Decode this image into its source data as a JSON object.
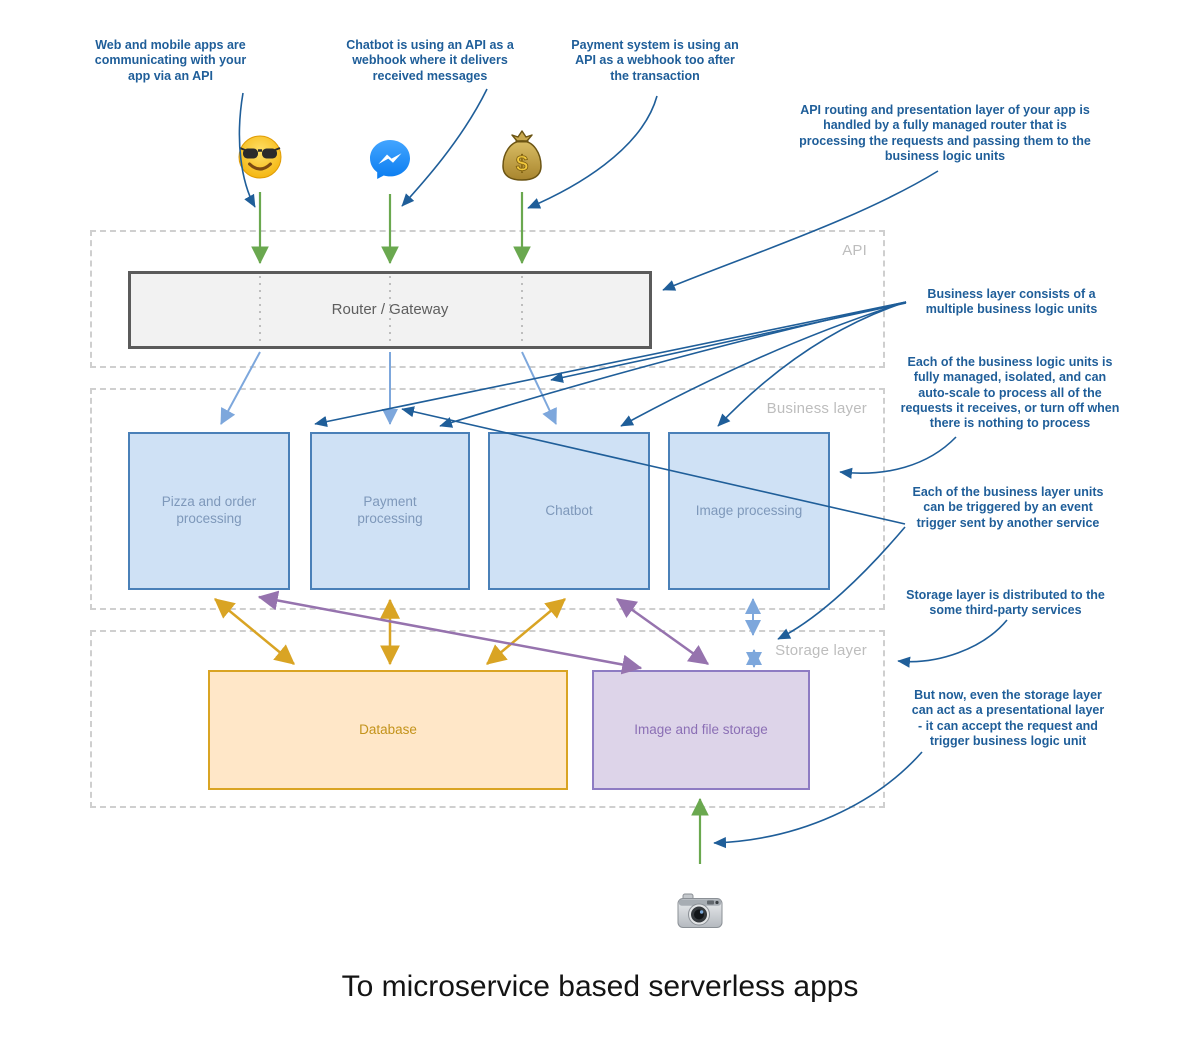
{
  "title": "To microservice based serverless apps",
  "layers": {
    "api": {
      "label": "API"
    },
    "business": {
      "label": "Business layer"
    },
    "storage": {
      "label": "Storage layer"
    }
  },
  "nodes": {
    "router": {
      "label": "Router / Gateway"
    },
    "pizza": {
      "label": "Pizza and order processing"
    },
    "payment": {
      "label": "Payment processing"
    },
    "chatbot": {
      "label": "Chatbot"
    },
    "image_processing": {
      "label": "Image processing"
    },
    "database": {
      "label": "Database"
    },
    "image_storage": {
      "label": "Image and file storage"
    }
  },
  "annotations": {
    "web_mobile": "Web and mobile apps are communicating with your app via an API",
    "chatbot_webhook": "Chatbot is using an API as a webhook where it delivers received messages",
    "payment_webhook": "Payment system is using an API as a webhook too after the transaction",
    "api_routing": "API routing and presentation layer of your app is handled by a fully managed router that is processing the requests and passing them to the business logic units",
    "business_consists": "Business layer consists of a multiple business logic units",
    "business_units_managed": "Each of the business logic units is fully managed, isolated, and can auto-scale to process all of the requests it receives, or turn off when there is nothing to process",
    "event_trigger": "Each of the business layer units can be triggered by an event trigger sent by another service",
    "storage_distributed": "Storage layer is distributed to the some third-party services",
    "storage_presentational": "But now, even the storage layer can act as a presentational layer - it can accept the request and trigger business logic unit"
  },
  "icons": {
    "sunglasses": "sunglasses-face-emoji",
    "messenger": "messenger-logo",
    "money_bag": "money-bag-emoji",
    "camera": "camera-emoji"
  },
  "colors": {
    "annotation_blue": "#1f5e99",
    "arrow_green": "#6aa84f",
    "arrow_light_blue": "#7da7dc",
    "arrow_gold": "#d9a424",
    "arrow_purple": "#9673ae",
    "business_box_fill": "#cfe1f5",
    "business_box_border": "#4a80b8",
    "database_fill": "#ffe7c8",
    "database_border": "#d9a424",
    "image_storage_fill": "#ddd4e9",
    "image_storage_border": "#8e7cc3",
    "router_fill": "#f2f2f2",
    "router_border": "#5b5b5b",
    "layer_dash_gray": "#cfcfcf"
  }
}
